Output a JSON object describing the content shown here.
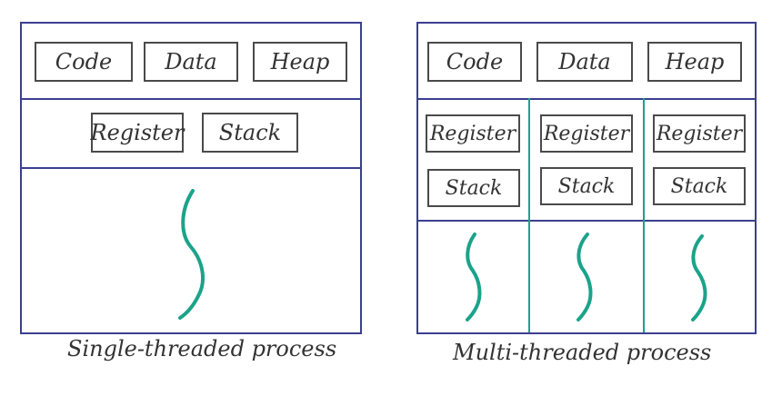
{
  "colors": {
    "frame": "#3b3f8f",
    "box_border": "#4a4a4a",
    "thread": "#1aa38a",
    "text": "#333333"
  },
  "single": {
    "code": "Code",
    "data": "Data",
    "heap": "Heap",
    "register": "Register",
    "stack": "Stack",
    "caption": "Single-threaded process"
  },
  "multi": {
    "code": "Code",
    "data": "Data",
    "heap": "Heap",
    "threads": [
      {
        "register": "Register",
        "stack": "Stack"
      },
      {
        "register": "Register",
        "stack": "Stack"
      },
      {
        "register": "Register",
        "stack": "Stack"
      }
    ],
    "caption": "Multi-threaded process"
  }
}
